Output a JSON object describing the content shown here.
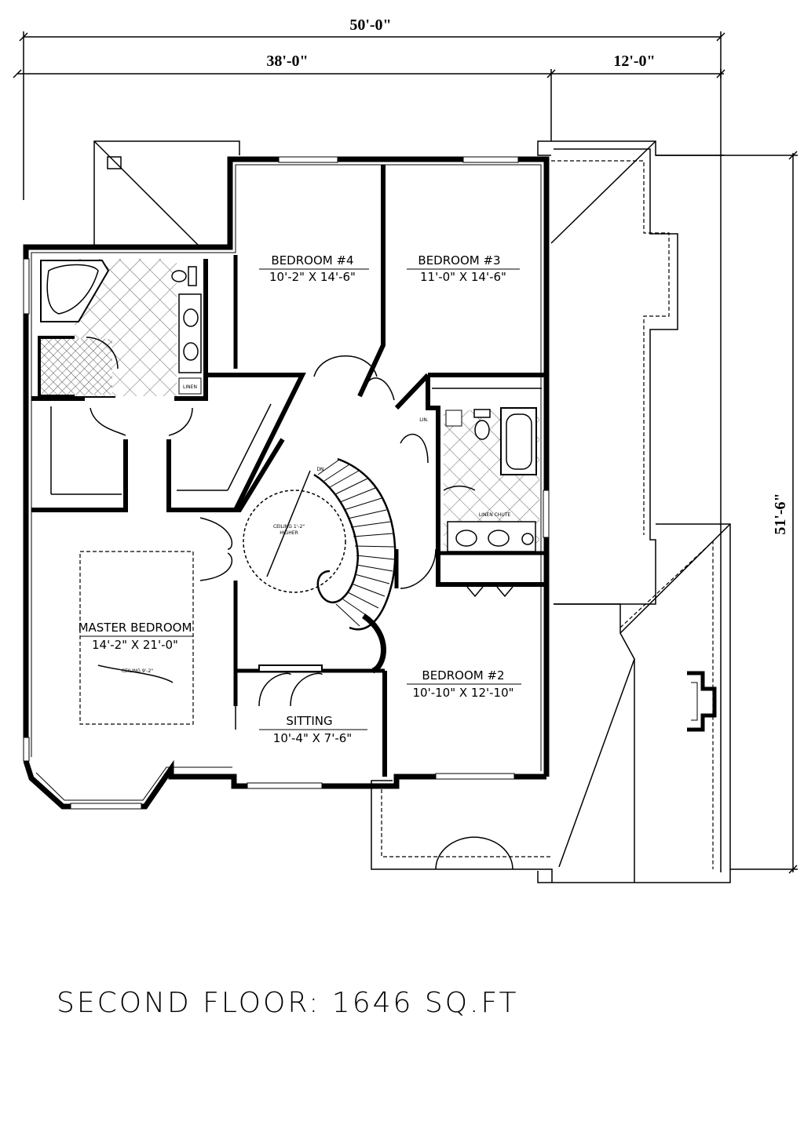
{
  "dimensions": {
    "overall_width": "50'-0\"",
    "left_width": "38'-0\"",
    "right_width": "12'-0\"",
    "depth": "51'-6\""
  },
  "rooms": {
    "bedroom4": {
      "name": "BEDROOM #4",
      "size": "10'-2\" X 14'-6\""
    },
    "bedroom3": {
      "name": "BEDROOM #3",
      "size": "11'-0\" X 14'-6\""
    },
    "bedroom2": {
      "name": "BEDROOM #2",
      "size": "10'-10\" X 12'-10\""
    },
    "master": {
      "name": "MASTER BEDROOM",
      "size": "14'-2\" X 21'-0\"",
      "note": "CEILING 9'-2\""
    },
    "sitting": {
      "name": "SITTING",
      "size": "10'-4\" X 7'-6\""
    }
  },
  "labels": {
    "linen_master": "LINEN",
    "linen_hall": "LIN.",
    "linen_chute": "LINEN CHUTE",
    "stair_dn": "DN",
    "ceiling_note_1": "CEILING 1'-2\"",
    "ceiling_note_2": "HIGHER"
  },
  "title": "SECOND FLOOR: 1646 SQ.FT"
}
